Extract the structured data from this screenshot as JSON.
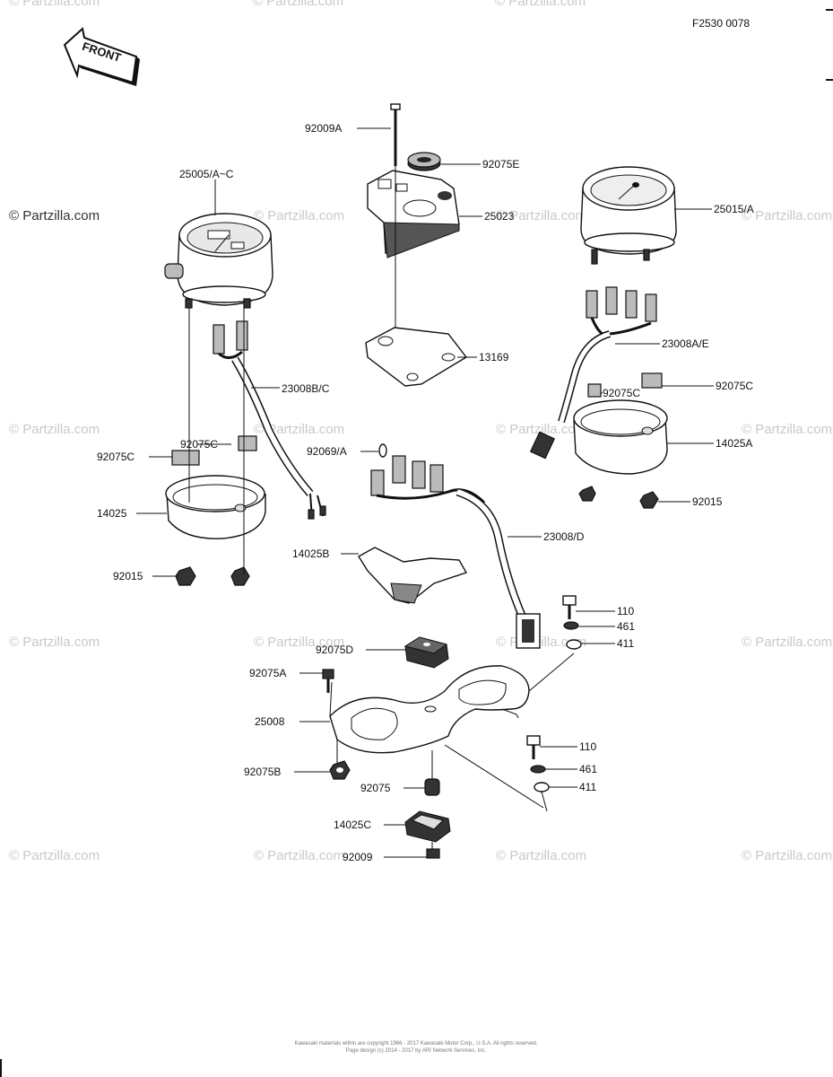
{
  "figure_code": "F2530 0078",
  "front_label": "FRONT",
  "watermark_primary": "© Partzilla.com",
  "watermark": "© Partzilla.com",
  "footer": {
    "line1": "Kawasaki materials within are copyright 1966 - 2017 Kawasaki Motor Corp., U.S.A. All rights reserved.",
    "line2": "Page design (c) 2014 - 2017 by ARI Network Services, Inc."
  },
  "parts": {
    "p92009A": "92009A",
    "p92075E": "92075E",
    "p25023": "25023",
    "p25005": "25005/A~C",
    "p25015": "25015/A",
    "p13169": "13169",
    "p23008AE": "23008A/E",
    "p23008BC": "23008B/C",
    "p92075C_r": "92075C",
    "p92075C_rb": "92075C",
    "p14025A": "14025A",
    "p92075C_lt": "92075C",
    "p92075C_l": "92075C",
    "p92069A": "92069/A",
    "p14025": "14025",
    "p92015_r": "92015",
    "p23008D": "23008/D",
    "p92015_l": "92015",
    "p14025B": "14025B",
    "p110_a": "110",
    "p461_a": "461",
    "p411_a": "411",
    "p92075D": "92075D",
    "p92075A": "92075A",
    "p25008": "25008",
    "p110_b": "110",
    "p461_b": "461",
    "p411_b": "411",
    "p92075B": "92075B",
    "p92075": "92075",
    "p14025C": "14025C",
    "p92009": "92009"
  }
}
